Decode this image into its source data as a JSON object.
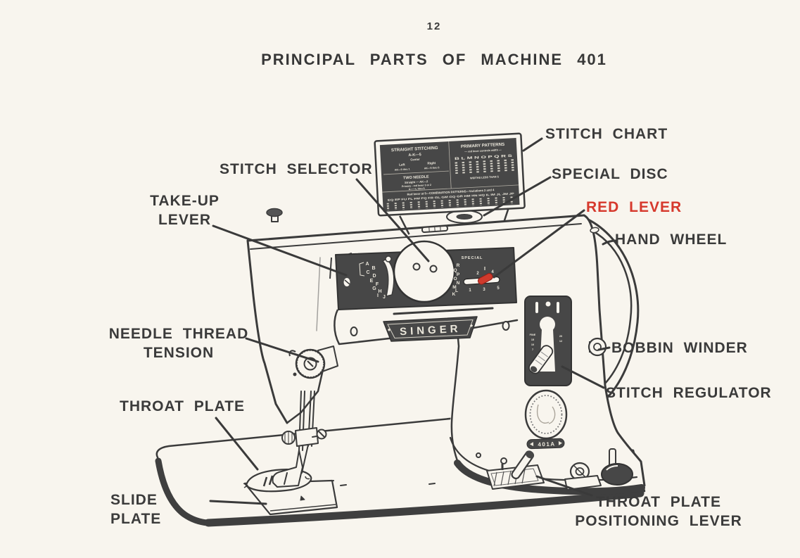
{
  "page": {
    "number": "12",
    "title": "PRINCIPAL PARTS OF MACHINE 401"
  },
  "colors": {
    "paper": "#f8f5ee",
    "ink": "#3b3b3b",
    "dark_fill": "#474747",
    "red": "#d6392d"
  },
  "labels": {
    "stitch_chart": "STITCH CHART",
    "stitch_selector": "STITCH SELECTOR",
    "take_up_lever_line1": "TAKE-UP",
    "take_up_lever_line2": "LEVER",
    "special_disc": "SPECIAL DISC",
    "red_lever": "RED LEVER",
    "hand_wheel": "HAND WHEEL",
    "needle_thread_tension_line1": "NEEDLE THREAD",
    "needle_thread_tension_line2": "TENSION",
    "throat_plate": "THROAT PLATE",
    "slide_plate_line1": "SLIDE",
    "slide_plate_line2": "PLATE",
    "bobbin_winder": "BOBBIN WINDER",
    "stitch_regulator": "STITCH REGULATOR",
    "throat_plate_positioning_lever_line1": "THROAT PLATE",
    "throat_plate_positioning_lever_line2": "POSITIONING LEVER"
  },
  "machine": {
    "brand_badge": "SINGER",
    "model_badge": "401A",
    "panel": {
      "special_label": "SPECIAL",
      "left_letters": [
        "A",
        "B",
        "C",
        "D",
        "E",
        "F",
        "G",
        "H",
        "I",
        "J"
      ],
      "right_letters": [
        "R",
        "Q",
        "P",
        "O",
        "N",
        "M",
        "L",
        "K"
      ],
      "slider_numbers_top": [
        "2",
        "4"
      ],
      "slider_numbers_bottom": [
        "1",
        "3",
        "5"
      ]
    },
    "regulator": {
      "left_numbers": [
        "FINE",
        "15",
        "10",
        "7"
      ],
      "right_numbers": [
        "20",
        "12"
      ]
    },
    "chart": {
      "left_title": "STRAIGHT STITCHING",
      "left_sub": "A-K—5",
      "left_center": "Center",
      "col_a": "Left",
      "col_b": "Right",
      "col_a2": "AK—5 thru 1",
      "col_b2": "AK—5 thru 5",
      "two_needle_title": "TWO NEEDLE",
      "two_needle_1": "Straight — AK—2",
      "two_needle_2": "Primary - red lever 3 or 2",
      "two_needle_3": "A——L thru 5",
      "right_title": "PRIMARY PATTERNS",
      "right_sub": "— red lever controls width —",
      "right_letters": "B L M N O P Q R S",
      "right_footer": "WIDTHS LESS THAN 5",
      "bottom_title": "Red lever at 5—COMBINATION PATTERNS—Variations 2 and 4",
      "bottom_letters": "EQ EP FU FL FM FQ FR GL GM GQ GR HM HN HQ IL IM JL JM JP"
    }
  }
}
